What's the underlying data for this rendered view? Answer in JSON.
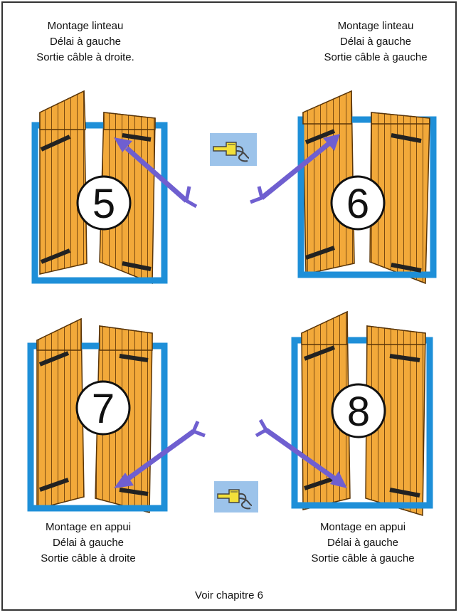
{
  "diagrams": [
    {
      "number": "5",
      "lines": [
        "Montage linteau",
        "Délai à gauche",
        "Sortie câble à droite."
      ]
    },
    {
      "number": "6",
      "lines": [
        "Montage linteau",
        "Délai à gauche",
        "Sortie câble à gauche"
      ]
    },
    {
      "number": "7",
      "lines": [
        "Montage en appui",
        "Délai à gauche",
        "Sortie câble à droite"
      ]
    },
    {
      "number": "8",
      "lines": [
        "Montage en appui",
        "Délai à gauche",
        "Sortie câble à gauche"
      ]
    }
  ],
  "footer": "Voir chapitre 6",
  "icons": [
    "power-plug-icon",
    "power-plug-icon"
  ],
  "colors": {
    "frame": "#1e8fd8",
    "shutter": "#f2a93a",
    "shutter_line": "#7a4a10",
    "arrow": "#6f5fd0",
    "plug_bg": "#9cc3ea"
  }
}
